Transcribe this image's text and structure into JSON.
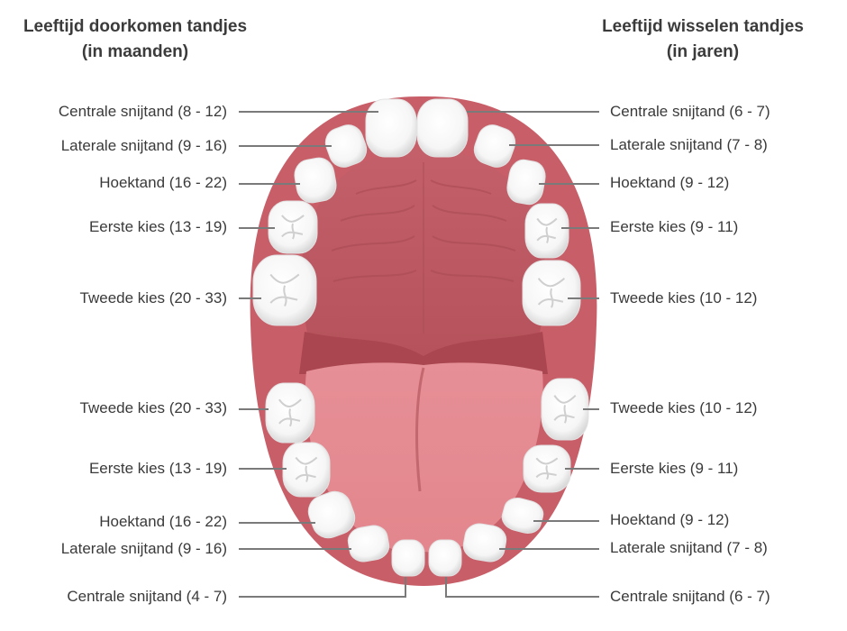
{
  "headings": {
    "left": {
      "line1": "Leeftijd doorkomen tandjes",
      "line2": "(in maanden)"
    },
    "right": {
      "line1": "Leeftijd wisselen tandjes",
      "line2": "(in jaren)"
    }
  },
  "left_labels": [
    "Centrale snijtand (8 - 12)",
    "Laterale snijtand (9 - 16)",
    "Hoektand (16 - 22)",
    "Eerste kies (13 - 19)",
    "Tweede kies (20 - 33)",
    "Tweede kies (20 - 33)",
    "Eerste kies (13 - 19)",
    "Hoektand (16 - 22)",
    "Laterale snijtand (9 - 16)",
    "Centrale snijtand (4 - 7)"
  ],
  "right_labels": [
    "Centrale snijtand (6 - 7)",
    "Laterale snijtand (7 - 8)",
    "Hoektand (9 - 12)",
    "Eerste kies (9 - 11)",
    "Tweede kies (10 - 12)",
    "Tweede kies (10 - 12)",
    "Eerste kies (9 - 11)",
    "Hoektand (9 - 12)",
    "Laterale snijtand (7 - 8)",
    "Centrale snijtand (6 - 7)"
  ],
  "colors": {
    "gum": "#c85e68",
    "palate": "#bd5962",
    "throat": "#a9464f",
    "tongue": "#e58b92",
    "tooth": "#ffffff",
    "tooth_shade": "#d7d7d7",
    "leader_line": "#7a7a7a",
    "text": "#3a3a3a"
  }
}
